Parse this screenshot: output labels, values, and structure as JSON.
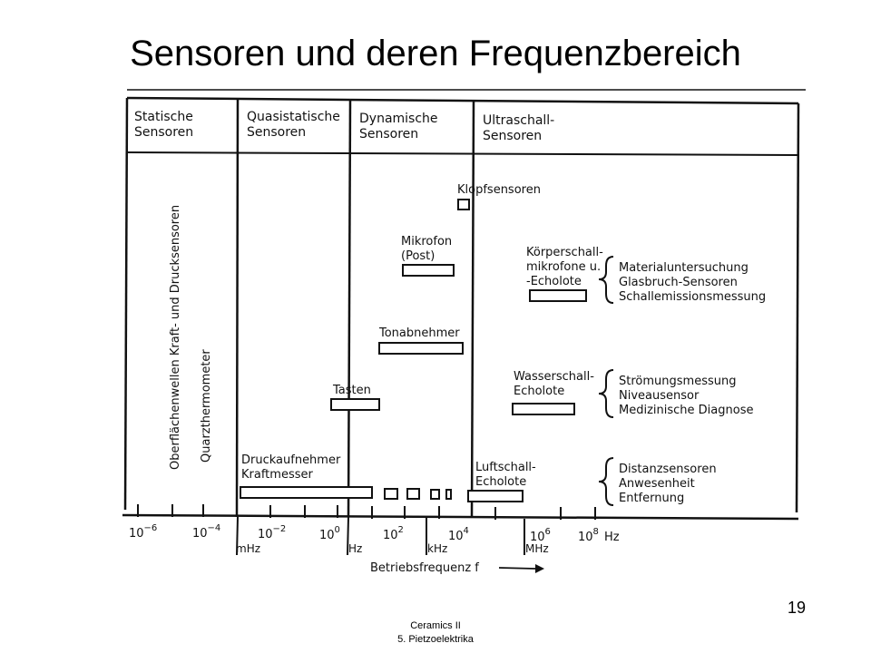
{
  "slide": {
    "title": "Sensoren und deren Frequenzbereich",
    "page_number": "19",
    "footer_line1": "Ceramics II",
    "footer_line2": "5. Pietzoelektrika"
  },
  "diagram": {
    "categories": [
      {
        "line1": "Statische",
        "line2": "Sensoren"
      },
      {
        "line1": "Quasistatische",
        "line2": "Sensoren"
      },
      {
        "line1": "Dynamische",
        "line2": "Sensoren"
      },
      {
        "line1": "Ultraschall-",
        "line2": "Sensoren"
      }
    ],
    "vertical_labels": {
      "v1": "Oberflächenwellen  Kraft- und Drucksensoren",
      "v2": "Quarzthermometer"
    },
    "sensors": {
      "klopf": "Klopfsensoren",
      "mikrofon1": "Mikrofon",
      "mikrofon2": "(Post)",
      "tonabnehmer": "Tonabnehmer",
      "tasten": "Tasten",
      "druck1": "Druckaufnehmer",
      "druck2": "Kraftmesser",
      "luft1": "Luftschall-",
      "luft2": "Echolote",
      "koerper1": "Körperschall-",
      "koerper2": "mikrofone u.",
      "koerper3": "-Echolote",
      "wasser1": "Wasserschall-",
      "wasser2": "Echolote"
    },
    "applications": {
      "g1": [
        "Materialuntersuchung",
        "Glasbruch-Sensoren",
        "Schallemissionsmessung"
      ],
      "g2": [
        "Strömungsmessung",
        "Niveausensor",
        "Medizinische Diagnose"
      ],
      "g3": [
        "Distanzsensoren",
        "Anwesenheit",
        "Entfernung"
      ]
    },
    "axis": {
      "ticks": [
        {
          "base": "10",
          "exp": "−6"
        },
        {
          "base": "10",
          "exp": "−4"
        },
        {
          "base": "10",
          "exp": "−2"
        },
        {
          "base": "10",
          "exp": "0"
        },
        {
          "base": "10",
          "exp": "2"
        },
        {
          "base": "10",
          "exp": "4"
        },
        {
          "base": "10",
          "exp": "6"
        },
        {
          "base": "10",
          "exp": "8"
        }
      ],
      "hz_unit": "Hz",
      "unit_markers": [
        "mHz",
        "Hz",
        "kHz",
        "MHz"
      ],
      "axis_label": "Betriebsfrequenz f"
    }
  }
}
